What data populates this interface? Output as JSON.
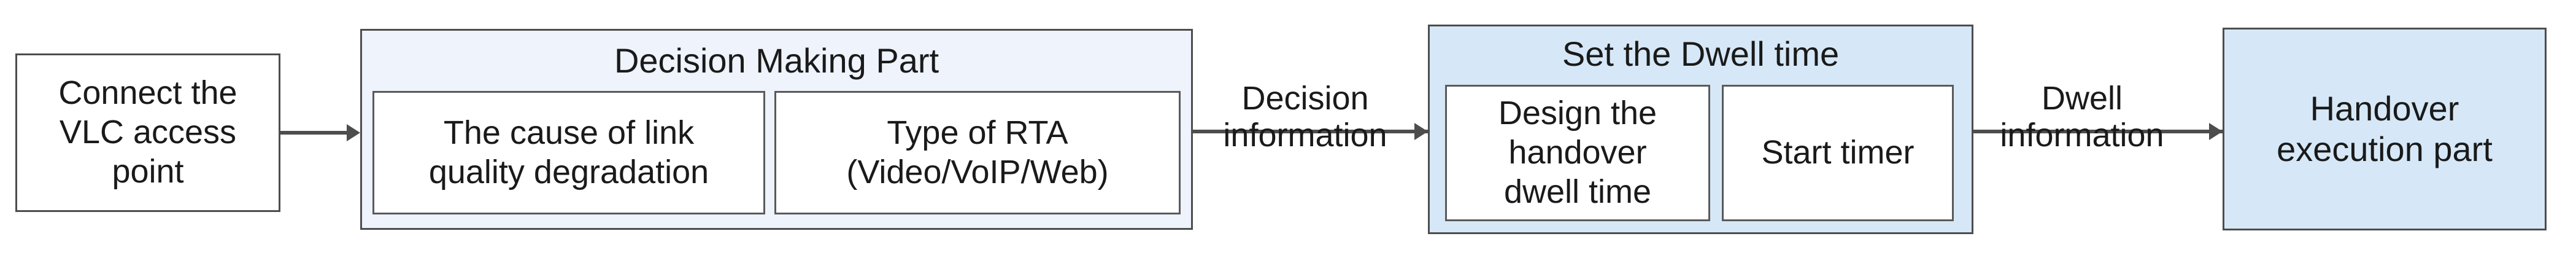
{
  "diagram": {
    "title": "VLC handover decision and dwell-time flow",
    "type": "flowchart",
    "orientation": "left-to-right",
    "colors": {
      "box_border": "#4d4d4d",
      "plain_fill": "#ffffff",
      "decision_group_fill": "#eef3fc",
      "dwell_group_fill": "#d6e8f7",
      "handover_fill": "#d6e8f7",
      "text": "#1a1a1a",
      "connector": "#4d4d4d"
    }
  },
  "nodes": {
    "connect": {
      "label": "Connect the\nVLC access\npoint"
    },
    "decision_group": {
      "title": "Decision Making Part",
      "children": [
        {
          "label": "The cause of link\nquality degradation"
        },
        {
          "label": "Type of RTA\n(Video/VoIP/Web)"
        }
      ]
    },
    "dwell_group": {
      "title": "Set the Dwell time",
      "children": [
        {
          "label": "Design the\nhandover\ndwell time"
        },
        {
          "label": "Start timer"
        }
      ]
    },
    "handover": {
      "label": "Handover\nexecution part"
    }
  },
  "edges": [
    {
      "id": "e1",
      "from": "connect",
      "to": "decision_group",
      "label": ""
    },
    {
      "id": "e2",
      "from": "decision_group",
      "to": "dwell_group",
      "label": "Decision\ninformation"
    },
    {
      "id": "e3",
      "from": "dwell_group",
      "to": "handover",
      "label": "Dwell\ninformation"
    }
  ],
  "edge_labels": {
    "decision_information": "Decision\ninformation",
    "dwell_information": "Dwell\ninformation"
  }
}
